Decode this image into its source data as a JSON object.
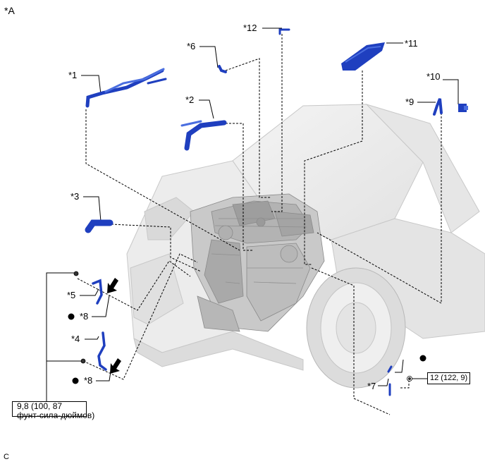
{
  "figure": {
    "view_label": "*A",
    "corner_code": "C"
  },
  "callouts": [
    {
      "id": "c1",
      "text": "*1"
    },
    {
      "id": "c2",
      "text": "*2"
    },
    {
      "id": "c3",
      "text": "*3"
    },
    {
      "id": "c4",
      "text": "*4"
    },
    {
      "id": "c5",
      "text": "*5"
    },
    {
      "id": "c6",
      "text": "*6"
    },
    {
      "id": "c7",
      "text": "*7"
    },
    {
      "id": "c8a",
      "text": "*8"
    },
    {
      "id": "c8b",
      "text": "*8"
    },
    {
      "id": "c9",
      "text": "*9"
    },
    {
      "id": "c10",
      "text": "*10"
    },
    {
      "id": "c11",
      "text": "*11"
    },
    {
      "id": "c12",
      "text": "*12"
    }
  ],
  "torque": {
    "left_line1": "9,8 (100, 87",
    "left_line2": "фунт-сила-дюймов)",
    "right": "12 (122, 9)"
  },
  "colors": {
    "part_blue": "#1f3fbf",
    "part_blue_light": "#4a6ee0",
    "engine_gray": "#bfbfbf",
    "body_gray": "#d6d6d6",
    "leader": "#000000"
  },
  "icons": {
    "no_reuse_mark": "black-dot",
    "direction_arrow": "black-arrow"
  }
}
